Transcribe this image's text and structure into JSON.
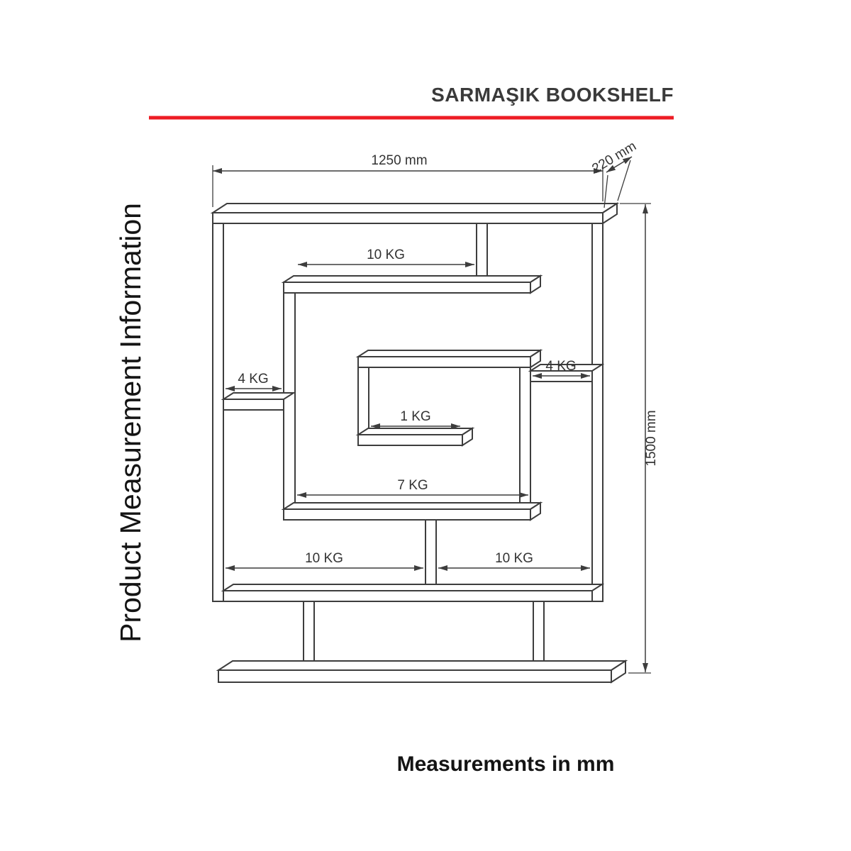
{
  "header": {
    "title": "SARMAŞIK BOOKSHELF"
  },
  "sidebar_label": "Product Measurement Information",
  "footer": {
    "note": "Measurements in mm"
  },
  "dimensions": {
    "width": "1250 mm",
    "depth": "220 mm",
    "height": "1500 mm"
  },
  "capacities": {
    "top": "10 KG",
    "right": "4 KG",
    "left": "4 KG",
    "inner": "1 KG",
    "middle": "7 KG",
    "bottom_left": "10 KG",
    "bottom_right": "10 KG"
  },
  "colors": {
    "accent": "#ed1c24",
    "line": "#3d3d3d",
    "text": "#333333"
  }
}
